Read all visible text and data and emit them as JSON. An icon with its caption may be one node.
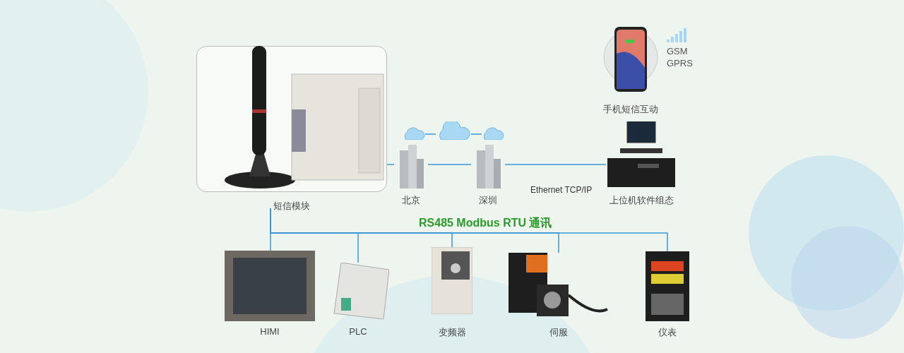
{
  "diagram": {
    "nodes": [
      {
        "text": [
          "手机短信互动"
        ],
        "beside": [
          "GSM GPRS"
        ]
      },
      {
        "text": [
          "短信模块"
        ]
      },
      {
        "text": [],
        "shape": "cloud"
      },
      {
        "text": [],
        "shape": "cloud"
      },
      {
        "text": [],
        "shape": "cloud"
      },
      {
        "text": [
          "北京"
        ]
      },
      {
        "text": [
          "深圳"
        ]
      },
      {
        "text": [
          "上位机软件组态"
        ]
      },
      {
        "text": [
          "HIMI"
        ]
      },
      {
        "text": [
          "PLC"
        ]
      },
      {
        "text": [
          "变频器"
        ]
      },
      {
        "text": [
          "伺服"
        ]
      },
      {
        "text": [
          "仪表"
        ]
      }
    ],
    "edges": [
      {
        "from": 1,
        "to": 5,
        "arrow": "none"
      },
      {
        "from": 5,
        "to": 6,
        "arrow": "none"
      },
      {
        "from": 6,
        "to": 7,
        "arrow": "none",
        "label": "Ethernet TCP/IP"
      },
      {
        "from": 2,
        "to": 3,
        "arrow": "none"
      },
      {
        "from": 3,
        "to": 4,
        "arrow": "none"
      },
      {
        "from": 1,
        "to": 8,
        "arrow": "none"
      },
      {
        "from": 1,
        "to": 9,
        "arrow": "none"
      },
      {
        "from": 1,
        "to": 10,
        "arrow": "none",
        "label": "RS485 Modbus RTU 通讯"
      },
      {
        "from": 1,
        "to": 11,
        "arrow": "none"
      },
      {
        "from": 1,
        "to": 12,
        "arrow": "none"
      }
    ]
  }
}
